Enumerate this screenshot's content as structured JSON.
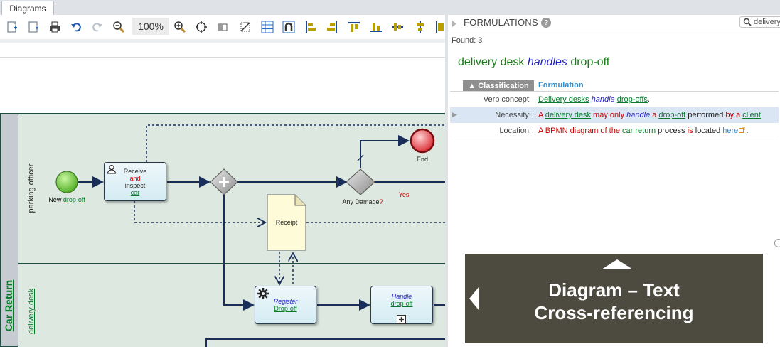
{
  "tab": {
    "label": "Diagrams"
  },
  "toolbar": {
    "zoom": "100%"
  },
  "pool": {
    "name": "Car Return"
  },
  "lanes": {
    "lane1": "parking officer",
    "lane2": "delivery desk"
  },
  "nodes": {
    "start": {
      "prefix": "New ",
      "link": "drop-off"
    },
    "receive": {
      "line1": "Receive",
      "line2": "and",
      "line3": "inspect",
      "line4": "car"
    },
    "receipt": "Receipt",
    "gateway": {
      "text": "Any Damage",
      "mark": "?"
    },
    "end": "End",
    "yes": "Yes",
    "register": {
      "line1": "Register",
      "line2": "Drop-off"
    },
    "handle": {
      "line1": "Handle",
      "line2": "drop-off"
    }
  },
  "panel": {
    "title": "FORMULATIONS",
    "help": "?",
    "search_value": "delivery desk",
    "found": "Found: 3",
    "main": {
      "subject": "delivery desk",
      "verb": "handles",
      "object": "drop-off"
    },
    "col_classification": "▲ Classification",
    "col_formulation": "Formulation",
    "rows": [
      {
        "label": "Verb concept:",
        "parts": [
          "Delivery desks",
          " ",
          "handle",
          " ",
          "drop-offs",
          "."
        ]
      },
      {
        "label": "Necessity:",
        "parts": [
          "A ",
          "delivery desk",
          " may only ",
          "handle",
          " a ",
          "drop-off",
          " performed ",
          "by",
          " a ",
          "client",
          "."
        ]
      },
      {
        "label": "Location:",
        "parts": [
          "A BPMN diagram ",
          "of",
          " the ",
          "car return",
          " process ",
          "is",
          " located ",
          "here",
          "."
        ]
      }
    ]
  },
  "overlay": {
    "line1": "Diagram – Text",
    "line2": "Cross-referencing"
  }
}
